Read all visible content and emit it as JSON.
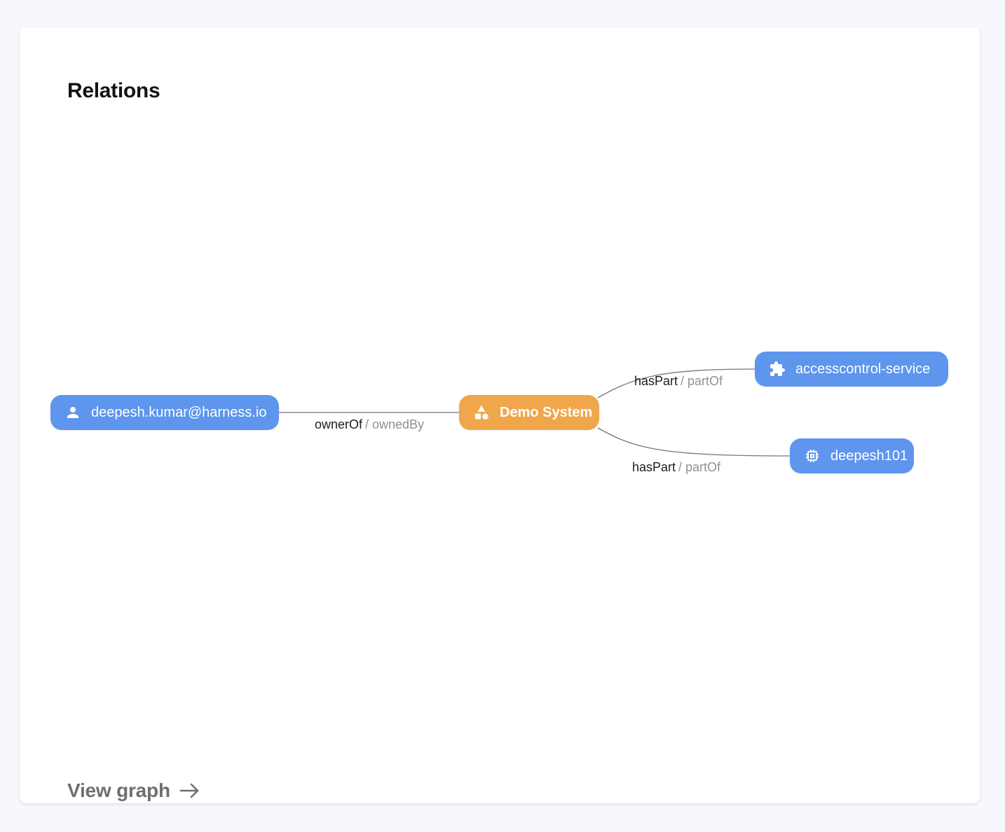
{
  "card": {
    "title": "Relations",
    "view_graph_label": "View graph"
  },
  "colors": {
    "node_blue": "#5E95ED",
    "node_orange": "#F0A74B",
    "node_text": "#FFFFFF",
    "edge_line": "#777777",
    "edge_label_primary": "#1B1C1E",
    "edge_label_secondary": "#8E9196",
    "title_color": "#121316",
    "view_graph_color": "#6F6F6F",
    "card_bg": "#FFFFFF",
    "page_bg": "#F7F8FC"
  },
  "graph": {
    "nodes": [
      {
        "id": "user",
        "label": "deepesh.kumar@harness.io",
        "icon": "person-icon",
        "kind": "user"
      },
      {
        "id": "system",
        "label": "Demo System",
        "icon": "category-icon",
        "kind": "system"
      },
      {
        "id": "service",
        "label": "accesscontrol-service",
        "icon": "extension-icon",
        "kind": "service"
      },
      {
        "id": "component",
        "label": "deepesh101",
        "icon": "memory-icon",
        "kind": "component"
      }
    ],
    "edges": [
      {
        "from": "user",
        "to": "system",
        "label_primary": "ownerOf",
        "label_secondary": "/ ownedBy"
      },
      {
        "from": "system",
        "to": "service",
        "label_primary": "hasPart",
        "label_secondary": "/ partOf"
      },
      {
        "from": "system",
        "to": "component",
        "label_primary": "hasPart",
        "label_secondary": "/ partOf"
      }
    ]
  }
}
